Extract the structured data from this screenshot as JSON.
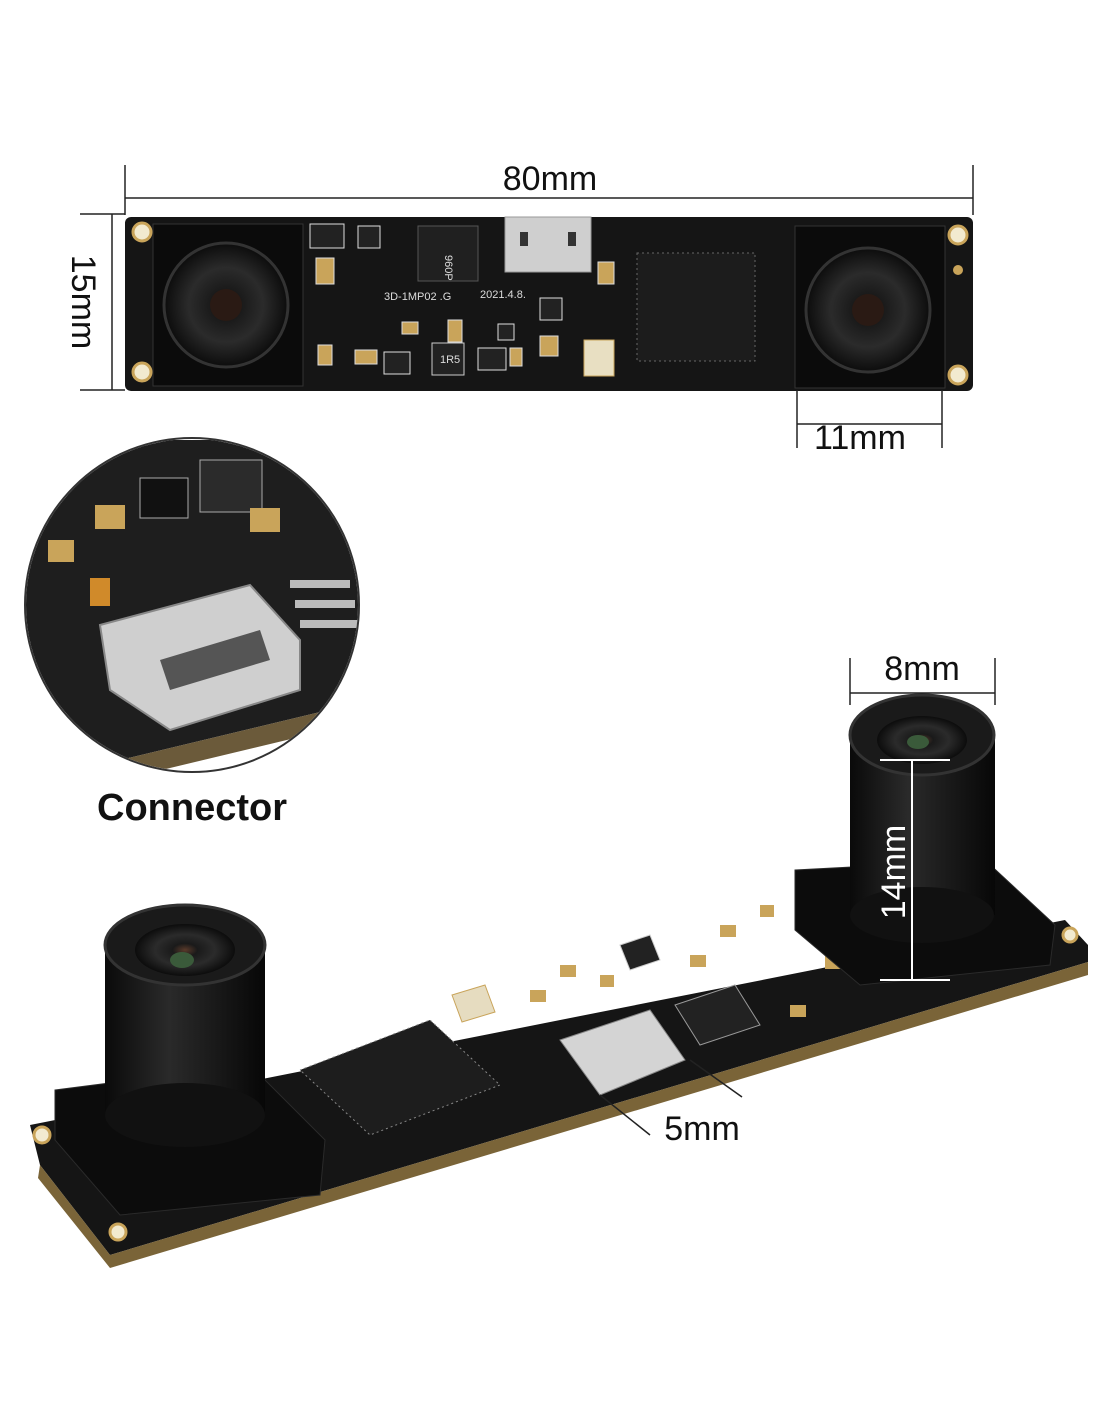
{
  "dimensions": {
    "board_length": "80mm",
    "board_height": "15mm",
    "camera_module_width": "11mm",
    "lens_diameter": "8mm",
    "lens_height": "14mm",
    "connector_height": "5mm"
  },
  "inset": {
    "label": "Connector"
  },
  "silkscreen": {
    "model": "3D-1MP02 .G",
    "date": "2021.4.8.",
    "ic_marking": "960P",
    "inductor_marking": "1R5"
  },
  "colors": {
    "pcb": "#141414",
    "pad": "#c9a45a",
    "silk": "#e6e6e6",
    "connector": "#c8c8c8"
  }
}
